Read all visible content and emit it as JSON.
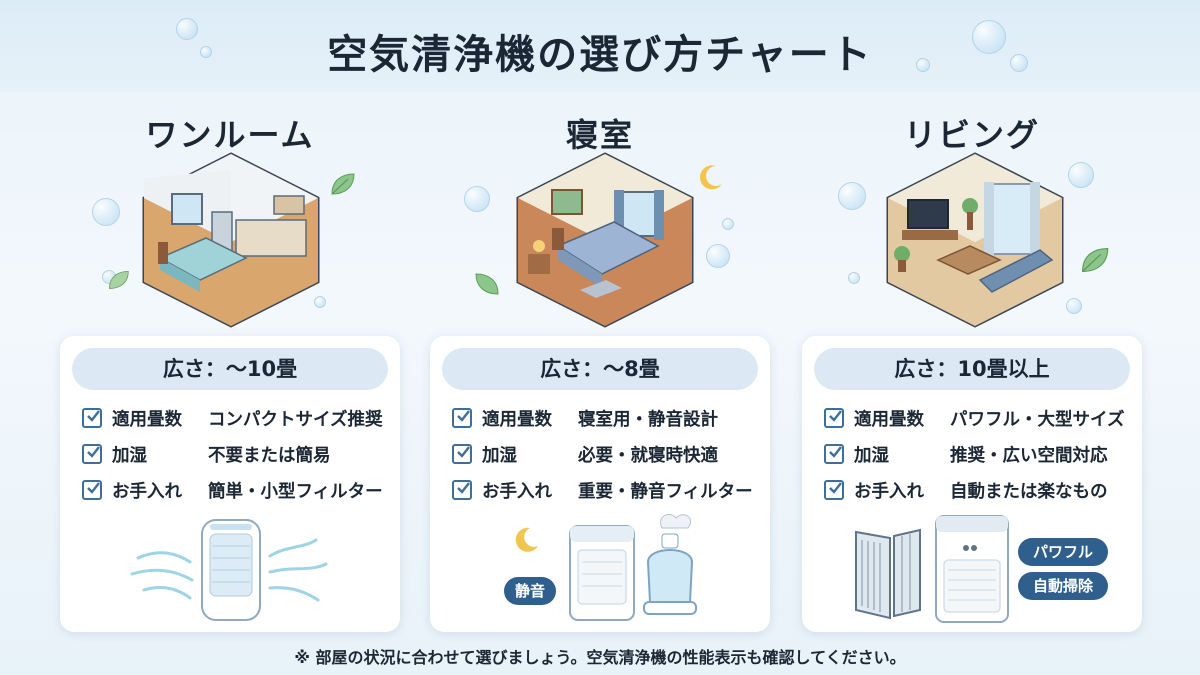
{
  "title": "空気清浄機の選び方チャート",
  "footnote": "※ 部屋の状況に合わせて選びましょう。空気清浄機の性能表示も確認してください。",
  "columns": [
    {
      "name": "ワンルーム",
      "size": "広さ：～10畳",
      "rows": [
        {
          "label": "適用畳数",
          "value": "コンパクトサイズ推奨"
        },
        {
          "label": "加湿",
          "value": "不要または簡易"
        },
        {
          "label": "お手入れ",
          "value": "簡単・小型フィルター"
        }
      ]
    },
    {
      "name": "寝室",
      "size": "広さ：～8畳",
      "rows": [
        {
          "label": "適用畳数",
          "value": "寝室用・静音設計"
        },
        {
          "label": "加湿",
          "value": "必要・就寝時快適"
        },
        {
          "label": "お手入れ",
          "value": "重要・静音フィルター"
        }
      ],
      "badges": [
        "静音"
      ]
    },
    {
      "name": "リビング",
      "size": "広さ：10畳以上",
      "rows": [
        {
          "label": "適用畳数",
          "value": "パワフル・大型サイズ"
        },
        {
          "label": "加湿",
          "value": "推奨・広い空間対応"
        },
        {
          "label": "お手入れ",
          "value": "自動または楽なもの"
        }
      ],
      "badges": [
        "パワフル",
        "自動掃除"
      ]
    }
  ],
  "colors": {
    "accent": "#2f5f8d",
    "pill": "#dce9f4",
    "check": "#3d6f9a"
  },
  "icons": [
    "bubble-icon",
    "leaf-icon",
    "moon-icon",
    "check-icon",
    "air-purifier-icon",
    "humidifier-icon",
    "wind-icon",
    "filter-icon"
  ]
}
